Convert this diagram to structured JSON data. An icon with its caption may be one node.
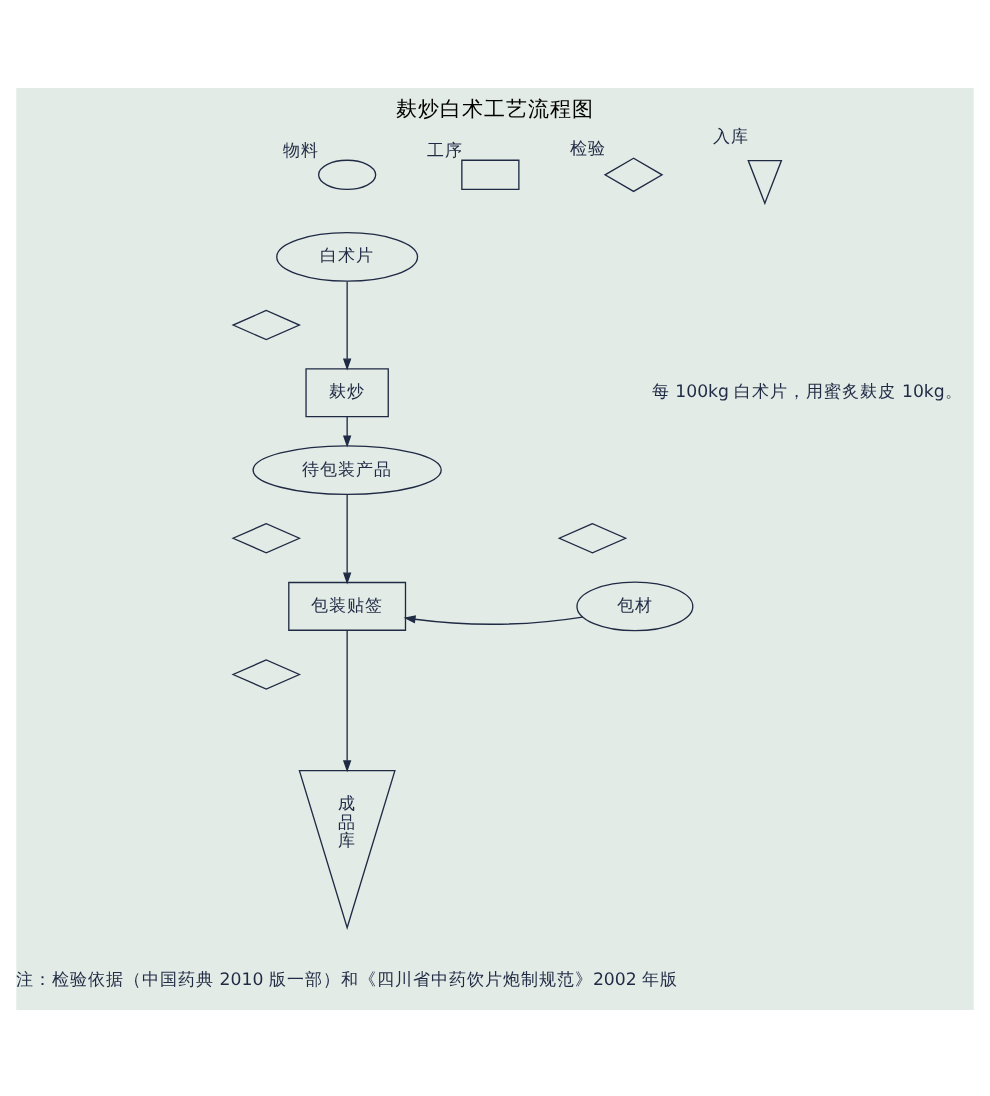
{
  "diagram": {
    "title": "麸炒白术工艺流程图",
    "nodes": [
      {
        "text": [
          "白术片"
        ]
      },
      {
        "text": [],
        "shape": "diamond"
      },
      {
        "text": [
          "麸炒"
        ]
      },
      {
        "text": [
          "待包装产品"
        ]
      },
      {
        "text": [],
        "shape": "diamond"
      },
      {
        "text": [],
        "shape": "diamond"
      },
      {
        "text": [
          "包装贴签"
        ]
      },
      {
        "text": [
          "包材"
        ]
      },
      {
        "text": [],
        "shape": "diamond"
      },
      {
        "text": [
          "成品库"
        ]
      }
    ],
    "edges": [
      {
        "from": 0,
        "to": 2,
        "arrow": "to"
      },
      {
        "from": 2,
        "to": 3,
        "arrow": "to"
      },
      {
        "from": 3,
        "to": 6,
        "arrow": "to"
      },
      {
        "from": 7,
        "to": 6,
        "arrow": "to"
      },
      {
        "from": 6,
        "to": 9,
        "arrow": "to"
      }
    ],
    "labels": [
      "每 100kg 白术片，用蜜炙麸皮 10kg。",
      "注：检验依据（中国药典 2010 版一部）和《四川省中药饮片炮制规范》2002 年版"
    ],
    "legend": [
      {
        "text": "物料"
      },
      {
        "text": "工序"
      },
      {
        "text": "检验"
      },
      {
        "text": "入库"
      }
    ]
  }
}
